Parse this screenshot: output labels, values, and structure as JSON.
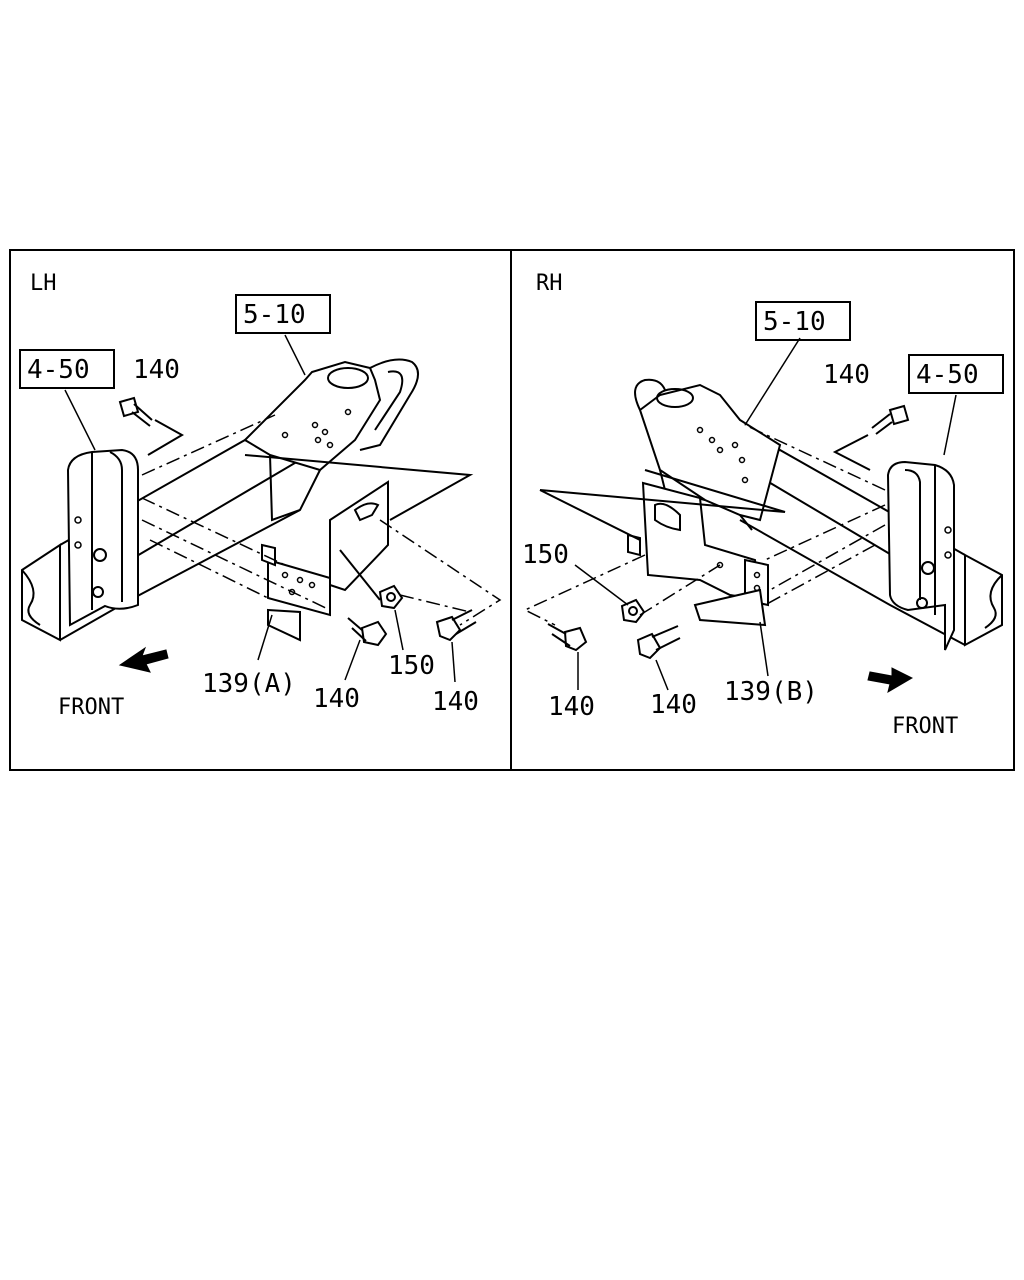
{
  "panels": {
    "lh": {
      "title": "LH",
      "front_label": "FRONT",
      "refs": [
        "4-50",
        "5-10"
      ],
      "callouts": [
        "140",
        "139(A)",
        "140",
        "150",
        "140"
      ]
    },
    "rh": {
      "title": "RH",
      "front_label": "FRONT",
      "refs": [
        "5-10",
        "4-50"
      ],
      "callouts": [
        "140",
        "150",
        "140",
        "140",
        "139(B)"
      ]
    }
  }
}
